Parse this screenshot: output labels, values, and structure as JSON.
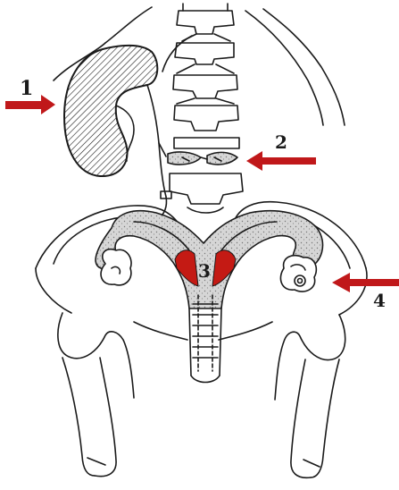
{
  "diagram": {
    "labels": [
      {
        "id": "label-1",
        "text": "1"
      },
      {
        "id": "label-2",
        "text": "2"
      },
      {
        "id": "label-3",
        "text": "3"
      },
      {
        "id": "label-4",
        "text": "4"
      }
    ],
    "colors": {
      "ink": "#1a1a1a",
      "arrow": "#c0181a",
      "highlight": "#c41a14",
      "fill_gray": "#cfcfcf",
      "background": "#ffffff"
    }
  }
}
